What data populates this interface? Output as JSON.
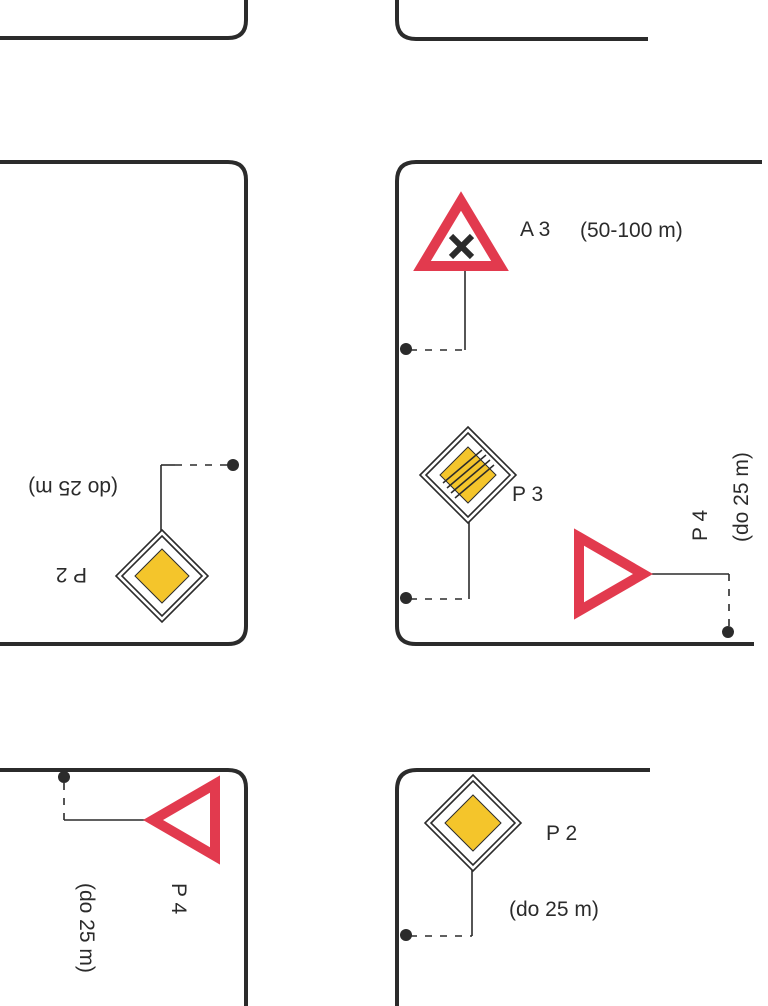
{
  "labels": {
    "a3_sign": "A 3",
    "a3_distance": "(50-100 m)",
    "p3_sign": "P 3",
    "p4_right_sign": "P 4",
    "p4_right_distance": "(do 25 m)",
    "p2_left_sign": "P 2",
    "p2_left_distance": "(do 25 m)",
    "p4_bottom_sign": "P 4",
    "p4_bottom_distance": "(do 25 m)",
    "p2_bottom_sign": "P 2",
    "p2_bottom_distance": "(do 25 m)"
  },
  "colors": {
    "sign_red": "#e23a4e",
    "sign_yellow": "#f4c52b",
    "line": "#2b2b2b"
  },
  "icons": [
    "warning-triangle-icon",
    "cross-icon",
    "priority-road-diamond-icon",
    "end-of-priority-road-icon",
    "yield-triangle-icon"
  ]
}
